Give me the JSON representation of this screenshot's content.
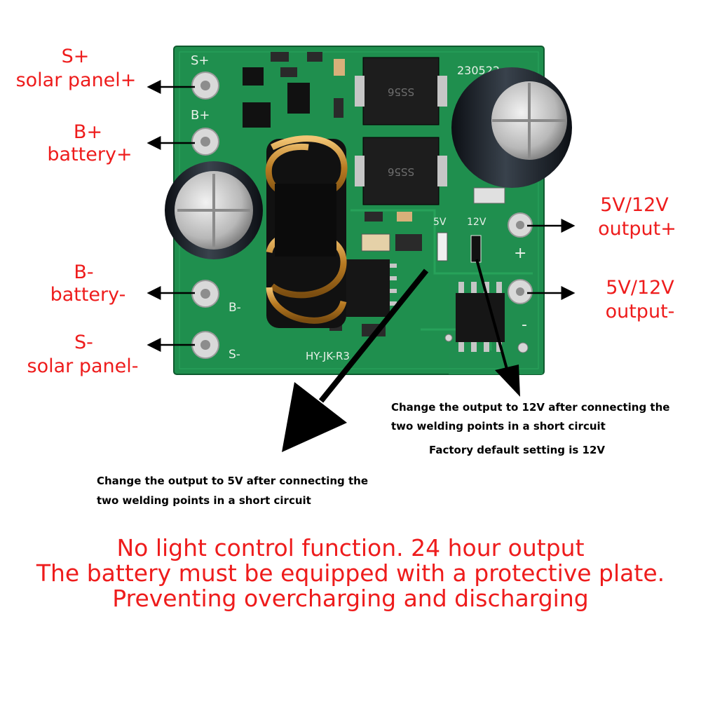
{
  "board": {
    "silk_s_plus": "S+",
    "silk_b_plus": "B+",
    "silk_b_minus": "B-",
    "silk_s_minus": "S-",
    "silk_5v": "5V",
    "silk_12v": "12V",
    "silk_plus": "+",
    "silk_minus": "-",
    "date_code": "230522",
    "model": "HY-JK-R3",
    "diode_text": "SS56",
    "colors": {
      "pcb": "#1f8f4e",
      "silkscreen": "#e8f0e8",
      "copper": "#c98a2c"
    }
  },
  "labels": {
    "s_plus_sym": "S+",
    "s_plus_name": "solar panel+",
    "b_plus_sym": "B+",
    "b_plus_name": "battery+",
    "b_minus_sym": "B-",
    "b_minus_name": "battery-",
    "s_minus_sym": "S-",
    "s_minus_name": "solar panel-",
    "out_plus_volt": "5V/12V",
    "out_plus_name": "output+",
    "out_minus_volt": "5V/12V",
    "out_minus_name": "output-"
  },
  "notes": {
    "note_12v_line1": "Change the output to 12V after connecting the",
    "note_12v_line2": "two welding points in a short circuit",
    "note_12v_line3": "Factory default setting is 12V",
    "note_5v_line1": "Change the output to 5V after connecting the",
    "note_5v_line2": "two welding points in a short circuit"
  },
  "warnings": {
    "line1": "No light control function. 24 hour output",
    "line2": "The battery must be equipped with a protective plate.",
    "line3": "Preventing overcharging and discharging"
  },
  "colors": {
    "label_red": "#ee1c1c",
    "arrow_black": "#000000",
    "background": "#ffffff"
  }
}
